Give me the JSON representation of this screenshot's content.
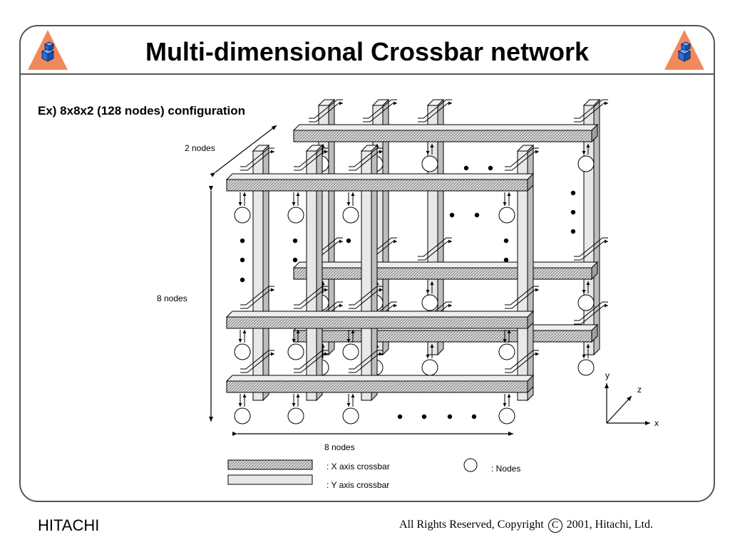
{
  "slide": {
    "title": "Multi-dimensional Crossbar network",
    "subtitle": "Ex) 8x8x2 (128 nodes) configuration"
  },
  "diagram": {
    "label_depth": "2 nodes",
    "label_height": "8 nodes",
    "label_width": "8 nodes",
    "axis_y": "y",
    "axis_z": "z",
    "axis_x": "x"
  },
  "legend": {
    "x_crossbar": ": X  axis crossbar",
    "y_crossbar": ": Y  axis crossbar",
    "nodes": ": Nodes"
  },
  "footer": {
    "company": "HITACHI",
    "copyright_prefix": "All  Rights Reserved, Copyright ",
    "copyright_symbol": "C",
    "copyright_suffix": " 2001, Hitachi, Ltd."
  },
  "colors": {
    "logo_triangle": "#F08A5C",
    "logo_cube": "#2E6FD6",
    "y_crossbar_fill": "#E8E8E8",
    "x_crossbar_fill": "#D8D8D8"
  },
  "icons": [
    "hitachi-logo-icon",
    "node-icon"
  ]
}
